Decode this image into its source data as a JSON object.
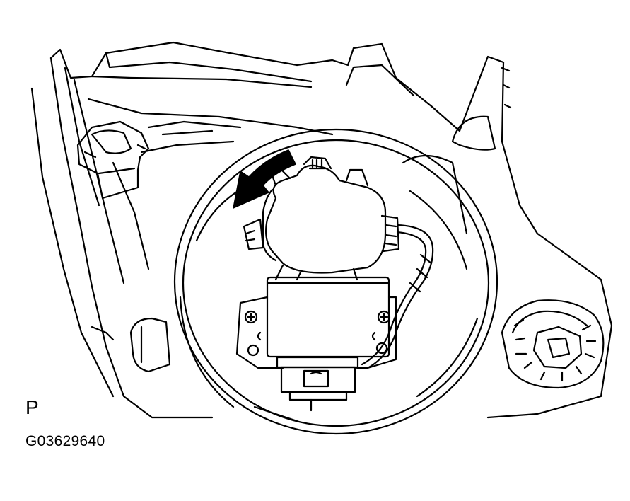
{
  "figure": {
    "view_letter": "P",
    "part_code": "G03629640",
    "colors": {
      "line": "#000000",
      "background": "#ffffff"
    },
    "rotation_arrow": {
      "direction": "counter-clockwise",
      "icon": "curved-arrow-icon"
    }
  }
}
